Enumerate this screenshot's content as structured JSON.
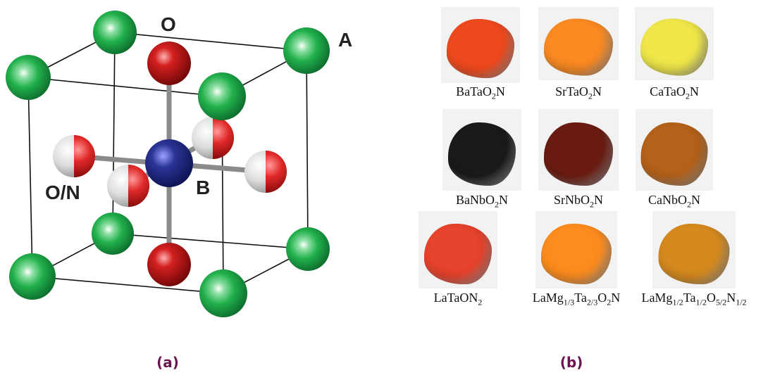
{
  "panel_a": {
    "caption": "(a)",
    "labels": {
      "o": "O",
      "a": "A",
      "b": "B",
      "on": "O/N"
    },
    "colors": {
      "a_site": "#1fae4a",
      "b_site": "#2a3494",
      "oxygen": "#c01818",
      "mixed_white": "#e8e8e8"
    }
  },
  "panel_b": {
    "caption": "(b)",
    "samples": [
      {
        "parts": [
          "BaTaO",
          "2",
          "N"
        ],
        "color": "#ef4a1e"
      },
      {
        "parts": [
          "SrTaO",
          "2",
          "N"
        ],
        "color": "#fb8a22"
      },
      {
        "parts": [
          "CaTaO",
          "2",
          "N"
        ],
        "color": "#f0e84a"
      },
      {
        "parts": [
          "BaNbO",
          "2",
          "N"
        ],
        "color": "#1a1a1a"
      },
      {
        "parts": [
          "SrNbO",
          "2",
          "N"
        ],
        "color": "#6b1c12"
      },
      {
        "parts": [
          "CaNbO",
          "2",
          "N"
        ],
        "color": "#b5621a"
      },
      {
        "parts": [
          "LaTaON",
          "2",
          ""
        ],
        "color": "#e8432c"
      },
      {
        "parts": [
          "LaMg",
          "1/3",
          "Ta",
          "2/3",
          "O",
          "2",
          "N"
        ],
        "color": "#fd8c1e"
      },
      {
        "parts": [
          "LaMg",
          "1/2",
          "Ta",
          "1/2",
          "O",
          "5/2",
          "N",
          "1/2"
        ],
        "color": "#d68a1e"
      }
    ]
  }
}
